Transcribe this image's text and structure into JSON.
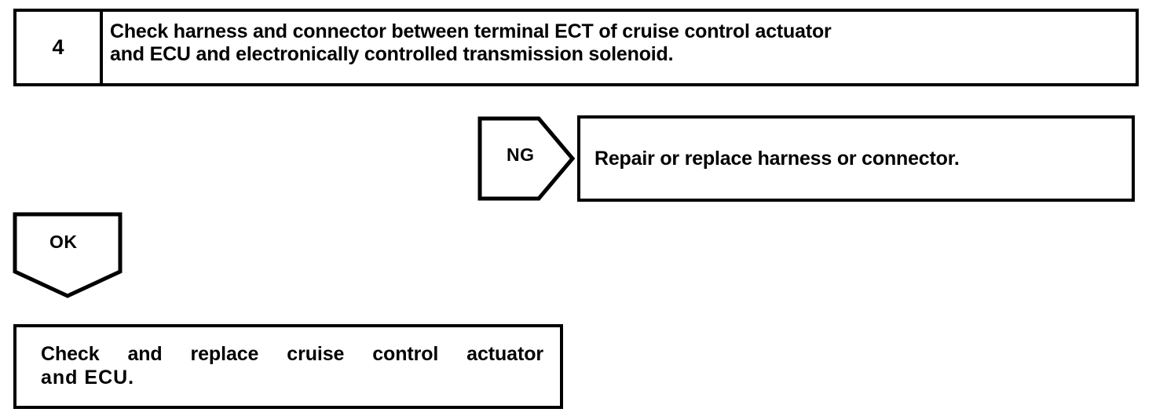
{
  "document": {
    "type": "troubleshooting-flowchart",
    "colors": {
      "ink": "#000000",
      "paper": "#ffffff"
    }
  },
  "step": {
    "number": "4",
    "instruction_line_1": "Check harness and connector between terminal ECT of cruise control actuator",
    "instruction_line_2": "and ECU and electronically controlled transmission solenoid.",
    "instruction": "Check harness and connector between terminal ECT of cruise control actuator\nand ECU and electronically controlled transmission solenoid."
  },
  "branch_ng": {
    "label": "NG",
    "shape": "pentagon-arrow-right",
    "result_text": "Repair or replace harness or connector."
  },
  "branch_ok": {
    "label": "OK",
    "shape": "pentagon-arrow-down",
    "result_line_1": "Check and replace cruise control actuator",
    "result_line_2": "and ECU."
  }
}
